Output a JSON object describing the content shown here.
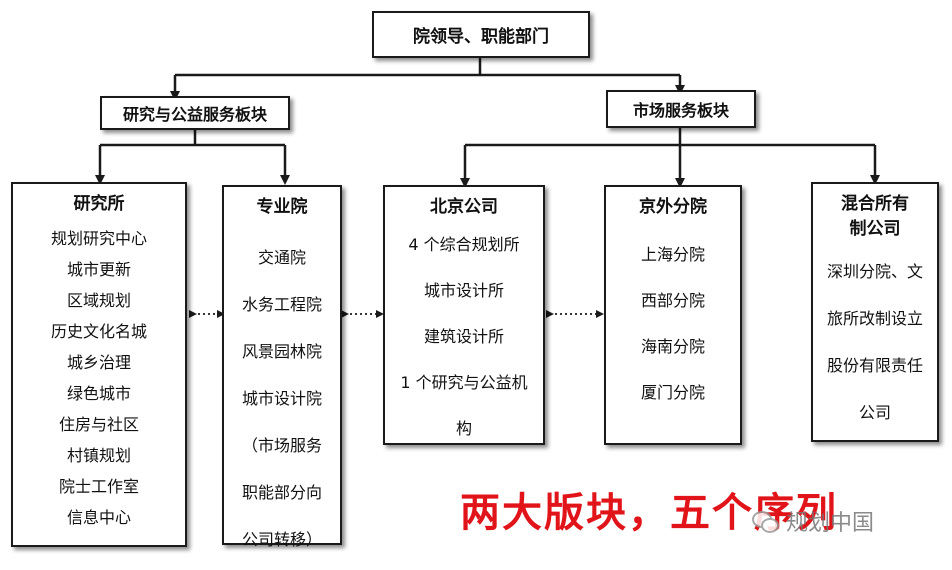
{
  "top": "院领导、职能部门",
  "left_group": "研究与公益服务板块",
  "right_group": "市场服务板块",
  "columns": [
    {
      "title": "研究所",
      "items": [
        "规划研究中心",
        "城市更新",
        "区域规划",
        "历史文化名城",
        "城乡治理",
        "绿色城市",
        "住房与社区",
        "村镇规划",
        "院士工作室",
        "信息中心"
      ]
    },
    {
      "title": "专业院",
      "items": [
        "交通院",
        "水务工程院",
        "风景园林院",
        "城市设计院",
        "（市场服务",
        "职能部分向",
        "公司转移）"
      ]
    },
    {
      "title": "北京公司",
      "items": [
        "4 个综合规划所",
        "城市设计所",
        "建筑设计所",
        "1 个研究与公益机",
        "构"
      ]
    },
    {
      "title": "京外分院",
      "items": [
        "上海分院",
        "西部分院",
        "海南分院",
        "厦门分院"
      ]
    },
    {
      "title": "混合所有制公司",
      "items": [
        "深圳分院、文",
        "旅所改制设立",
        "股份有限责任",
        "公司"
      ]
    }
  ],
  "slogan": "两大版块，五个序列",
  "watermark": "规划中国",
  "watermark_icon": "wechat-icon",
  "colors": {
    "slogan": "#e1141a",
    "border": "#1a1a1a"
  }
}
